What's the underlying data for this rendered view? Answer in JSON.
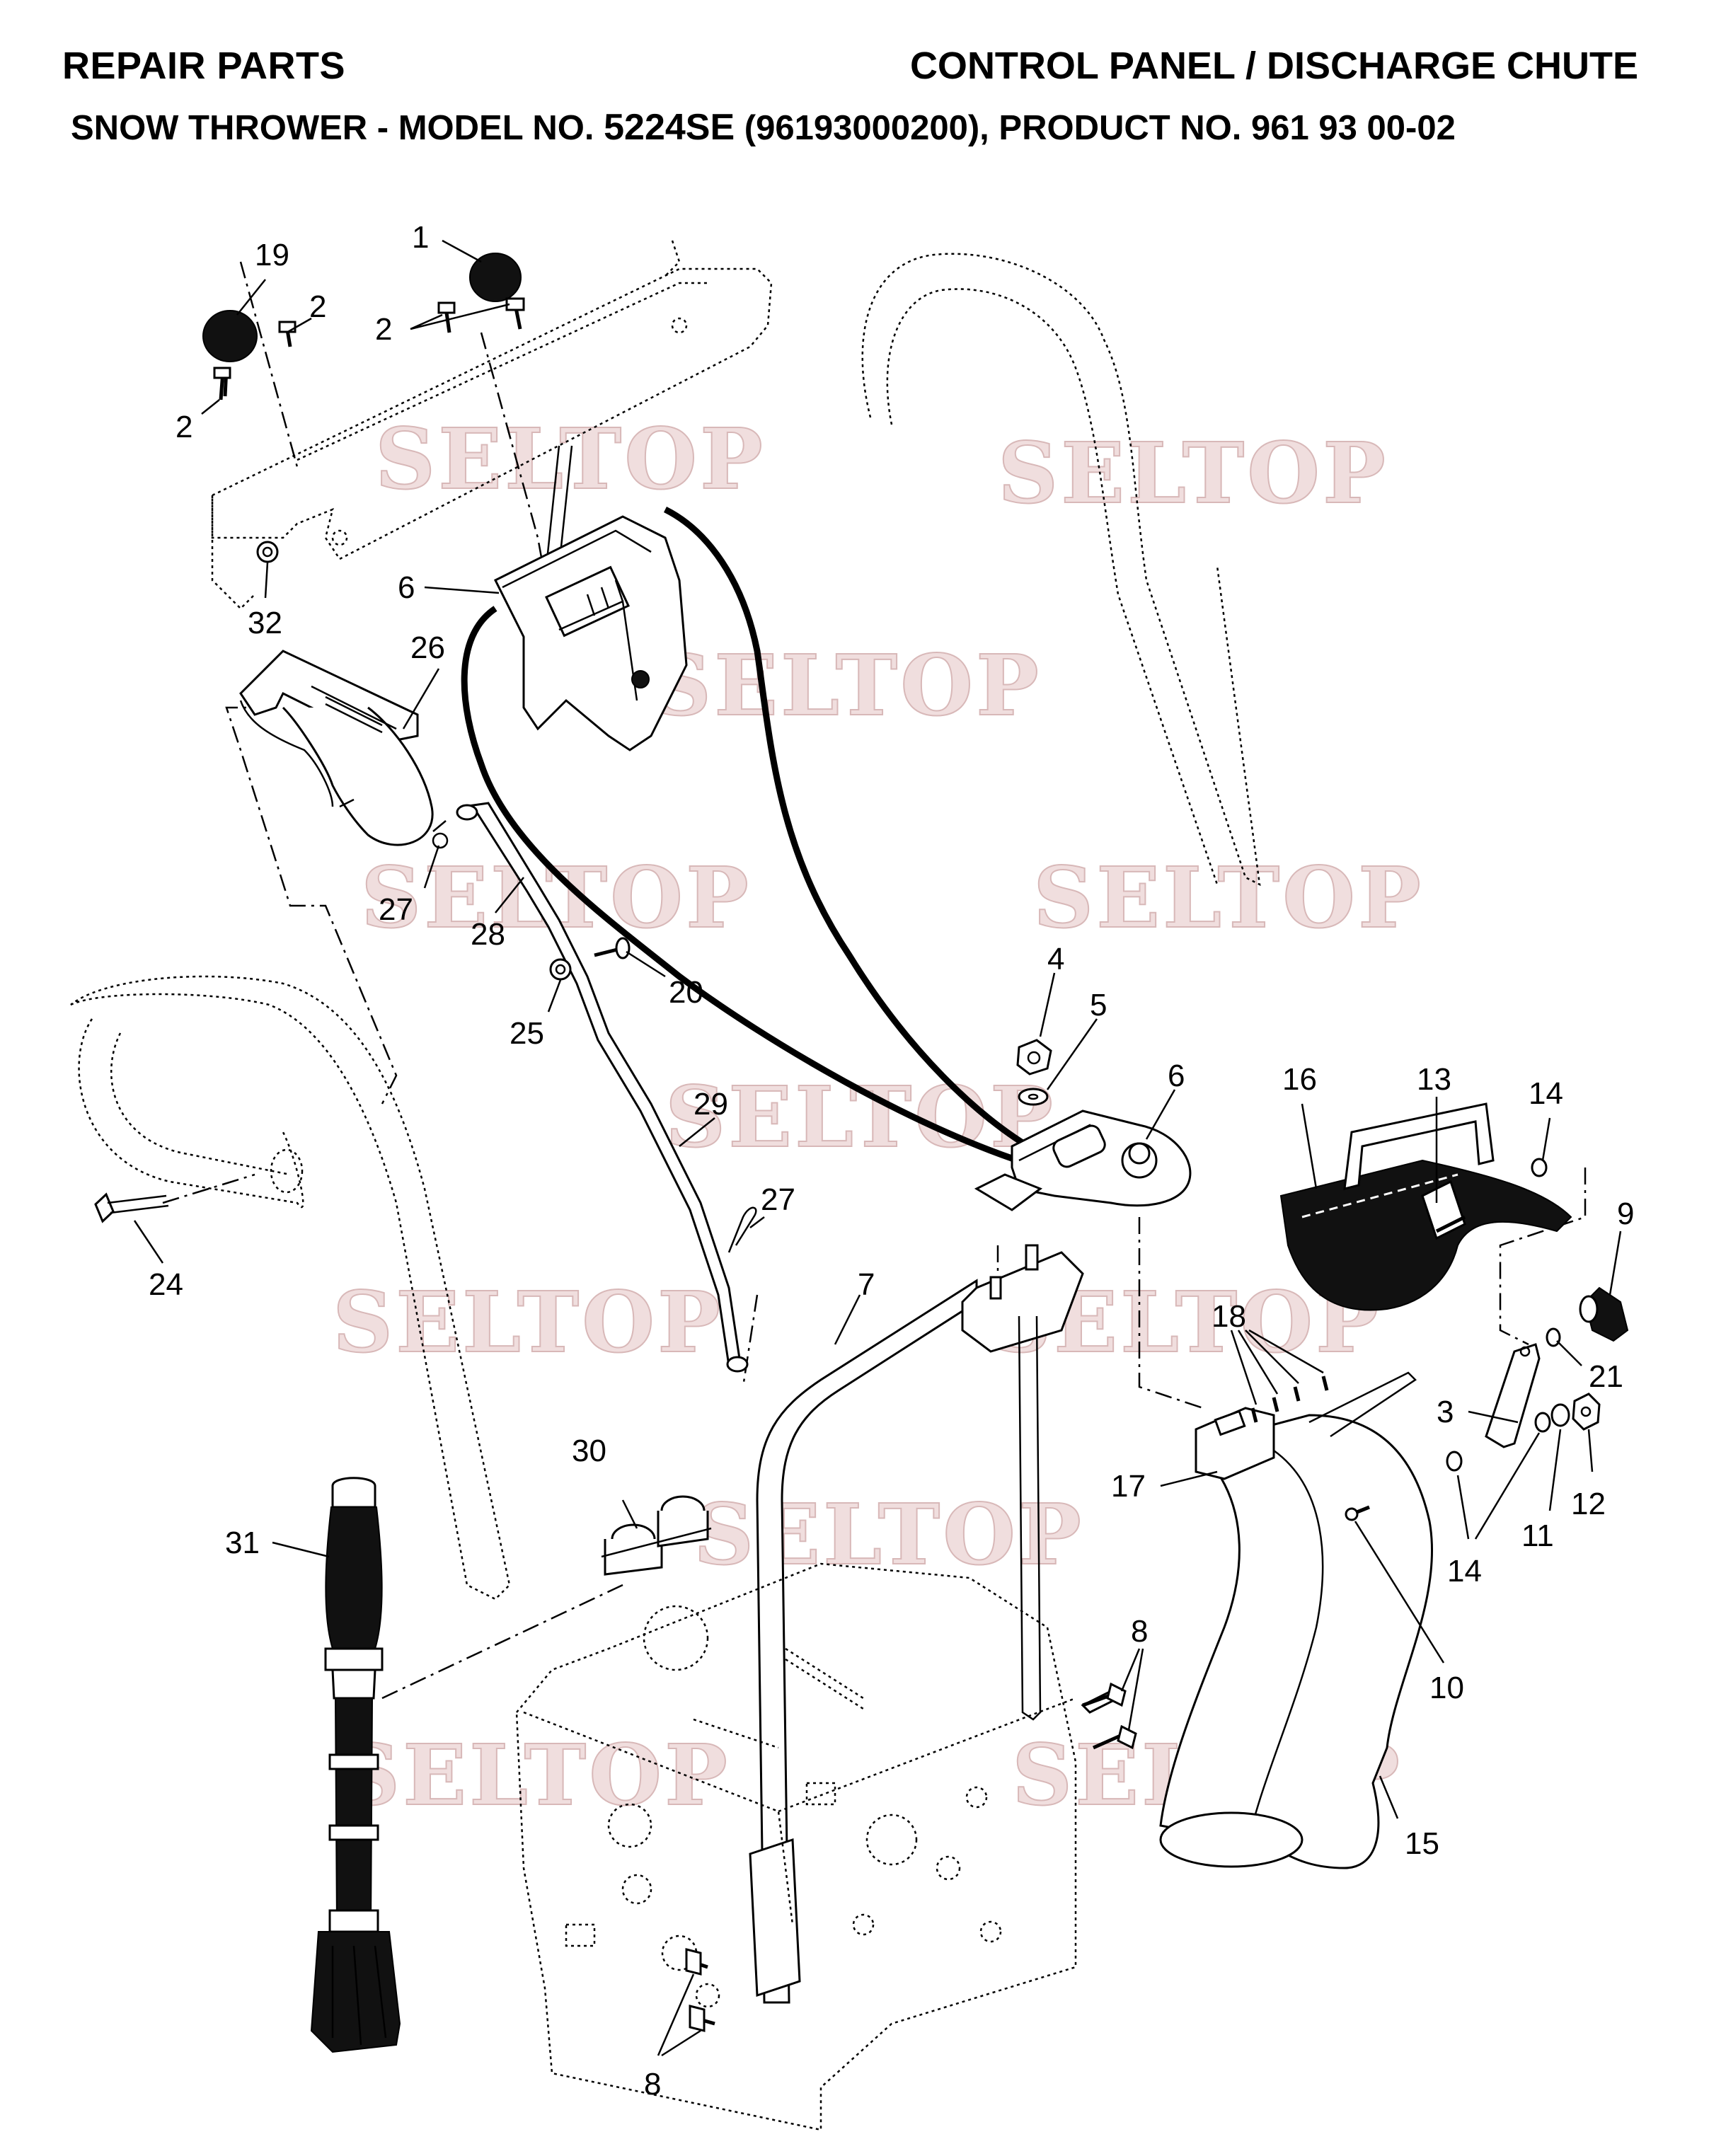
{
  "header": {
    "left_title": "REPAIR PARTS",
    "right_title": "CONTROL PANEL / DISCHARGE CHUTE",
    "subtitle_prefix": "SNOW THROWER - MODEL NO. ",
    "model": "5224SE",
    "subtitle_suffix": " (96193000200), PRODUCT NO. 961 93 00-02"
  },
  "watermark": "SELTOP",
  "callouts": [
    {
      "id": "c19",
      "text": "19"
    },
    {
      "id": "c1",
      "text": "1"
    },
    {
      "id": "c2a",
      "text": "2"
    },
    {
      "id": "c2b",
      "text": "2"
    },
    {
      "id": "c2c",
      "text": "2"
    },
    {
      "id": "c32",
      "text": "32"
    },
    {
      "id": "c6a",
      "text": "6"
    },
    {
      "id": "c26",
      "text": "26"
    },
    {
      "id": "c27a",
      "text": "27"
    },
    {
      "id": "c28",
      "text": "28"
    },
    {
      "id": "c20",
      "text": "20"
    },
    {
      "id": "c25",
      "text": "25"
    },
    {
      "id": "c29",
      "text": "29"
    },
    {
      "id": "c27b",
      "text": "27"
    },
    {
      "id": "c24",
      "text": "24"
    },
    {
      "id": "c4",
      "text": "4"
    },
    {
      "id": "c5",
      "text": "5"
    },
    {
      "id": "c6b",
      "text": "6"
    },
    {
      "id": "c16",
      "text": "16"
    },
    {
      "id": "c13",
      "text": "13"
    },
    {
      "id": "c14a",
      "text": "14"
    },
    {
      "id": "c9",
      "text": "9"
    },
    {
      "id": "c7",
      "text": "7"
    },
    {
      "id": "c18",
      "text": "18"
    },
    {
      "id": "c21",
      "text": "21"
    },
    {
      "id": "c3",
      "text": "3"
    },
    {
      "id": "c30",
      "text": "30"
    },
    {
      "id": "c17",
      "text": "17"
    },
    {
      "id": "c12",
      "text": "12"
    },
    {
      "id": "c11",
      "text": "11"
    },
    {
      "id": "c14b",
      "text": "14"
    },
    {
      "id": "c31",
      "text": "31"
    },
    {
      "id": "c8a",
      "text": "8"
    },
    {
      "id": "c10",
      "text": "10"
    },
    {
      "id": "c15",
      "text": "15"
    },
    {
      "id": "c8b",
      "text": "8"
    }
  ]
}
